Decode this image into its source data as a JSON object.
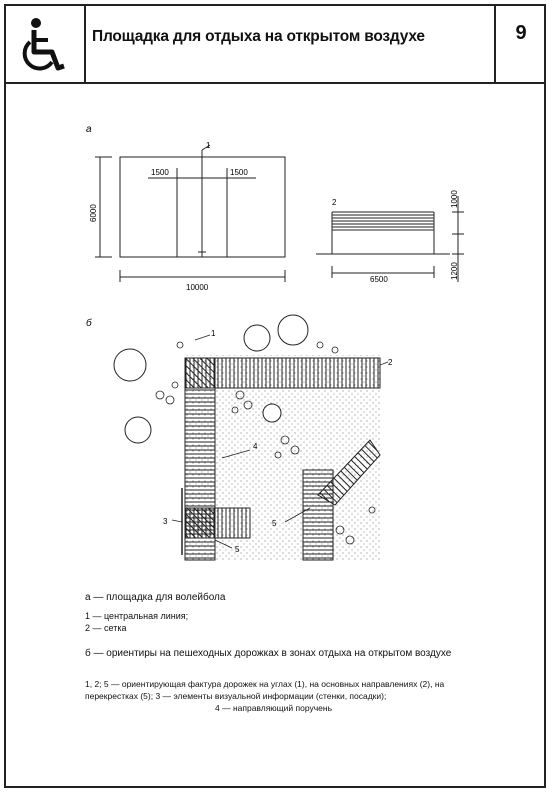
{
  "header": {
    "title": "Площадка для отдыха на открытом воздухе",
    "page_number": "9",
    "icon": "wheelchair-icon"
  },
  "figure_a": {
    "label": "а",
    "callout": "1",
    "dim_half_left": "1500",
    "dim_half_right": "1500",
    "dim_height": "6000",
    "dim_length": "10000",
    "net_label": "2",
    "dim_net_top": "1000",
    "dim_net_width": "6500",
    "dim_net_bottom": "1200"
  },
  "figure_b": {
    "label": "б",
    "callouts": [
      "1",
      "2",
      "3",
      "4",
      "5",
      "5"
    ]
  },
  "captions": {
    "a_title": "а — площадка для волейбола",
    "a_items": [
      "1 — центральная линия;",
      "2 — сетка"
    ],
    "b_title": "б — ориентиры на пешеходных дорожках в зонах отдыха на открытом воздухе",
    "b_text": "1, 2; 5 — ориентирующая фактура дорожек на углах (1), на основных направлениях (2), на перекрестках (5); 3 — элементы визуальной информации (стенки, посадки);",
    "b_text2": "4 — направляющий поручень"
  }
}
